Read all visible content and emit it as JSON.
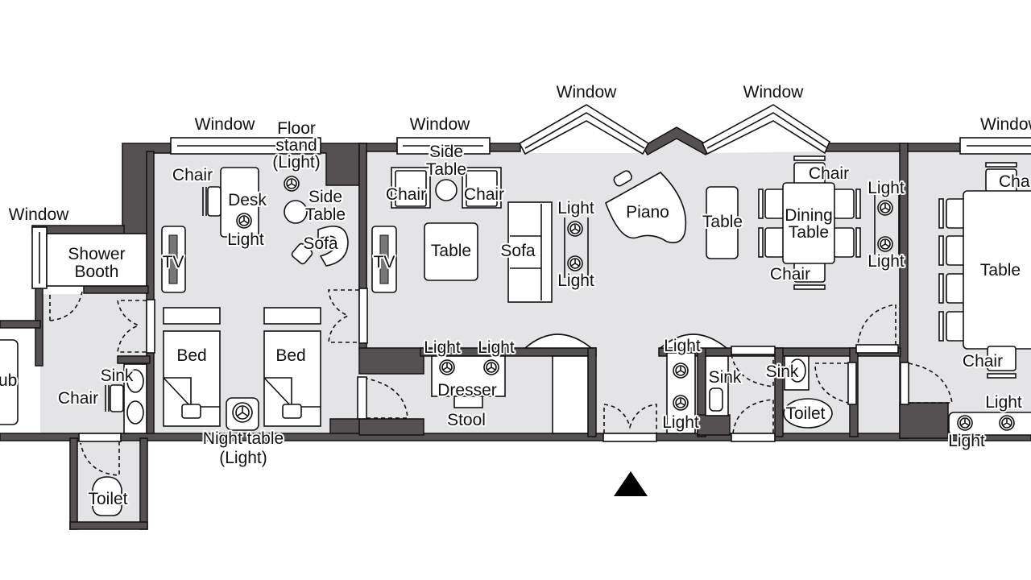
{
  "title": "Suite Floor Plan",
  "colors": {
    "wall": "#555152",
    "floor": "#e4e4e6",
    "furniture": "#ffffff",
    "line": "#111111"
  },
  "labels": {
    "window_far_left": "Window",
    "window_bedroom": "Window",
    "window_living": "Window",
    "window_bay_1": "Window",
    "window_bay_2": "Window",
    "window_right": "Window",
    "floor_stand": [
      "Floor",
      "stand",
      "(Light)"
    ],
    "bedroom_chair": "Chair",
    "desk": "Desk",
    "desk_light": "Light",
    "bedroom_side_table": [
      "Side",
      "Table"
    ],
    "bedroom_sofa": "Sofa",
    "bedroom_tv": "TV",
    "shower_booth": [
      "Shower",
      "Booth"
    ],
    "tub": "ub",
    "bath_sink": "Sink",
    "bath_chair": "Chair",
    "bath_toilet": "Toilet",
    "bed_1": "Bed",
    "bed_2": "Bed",
    "night_table": [
      "Night table",
      "(Light)"
    ],
    "living_side_table": [
      "Side",
      "Table"
    ],
    "living_chair_1": "Chair",
    "living_chair_2": "Chair",
    "living_tv": "TV",
    "living_table": "Table",
    "living_sofa": "Sofa",
    "living_light_top": "Light",
    "living_light_bottom": "Light",
    "piano": "Piano",
    "console_table": "Table",
    "dining_table": [
      "Dining",
      "Table"
    ],
    "dining_chair_top": "Chair",
    "dining_chair_bottom": "Chair",
    "dining_light_top": "Light",
    "dining_light_bottom": "Light",
    "dresser_light_1": "Light",
    "dresser_light_2": "Light",
    "dresser": "Dresser",
    "stool": "Stool",
    "hall_light_top": "Light",
    "hall_light_bottom": "Light",
    "powder_sink_1": "Sink",
    "powder_sink_2": "Sink",
    "powder_toilet": "Toilet",
    "meeting_chair_top": "Cha",
    "meeting_table": "Table",
    "meeting_chair_bottom": "Chair",
    "meeting_light_top": "Light",
    "meeting_light_bottom": "Light"
  },
  "entrance_marker": "entrance-arrow"
}
